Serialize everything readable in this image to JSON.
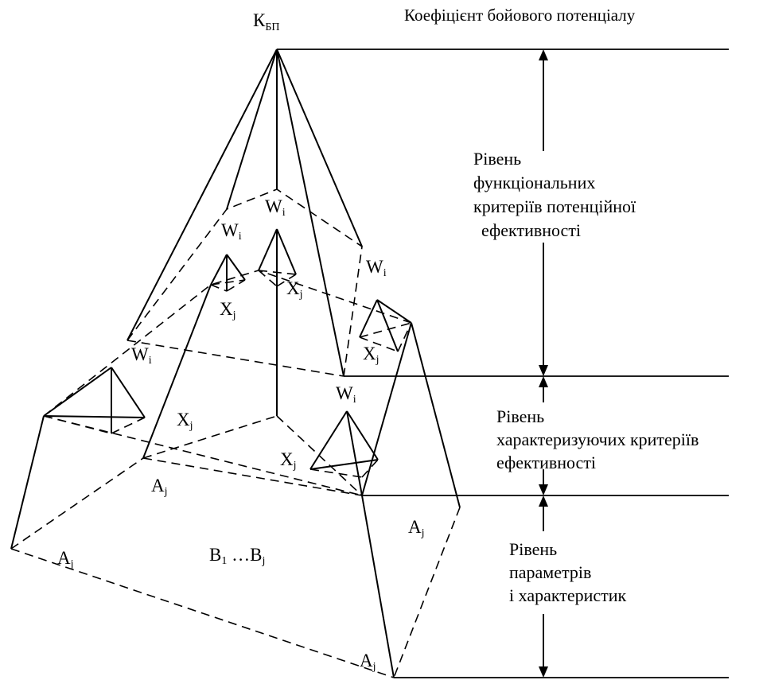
{
  "header": {
    "top_symbol": "К",
    "top_symbol_sub": "БП",
    "title": "Коефіцієнт бойового потенціалу"
  },
  "levels": [
    {
      "lines": [
        "Рівень",
        "функціональних",
        "критеріїв потенційної",
        "ефективності"
      ]
    },
    {
      "lines": [
        "Рівень",
        "характеризуючих критеріїв",
        "ефективності"
      ]
    },
    {
      "lines": [
        "Рівень",
        "параметрів",
        "і  характеристик"
      ]
    }
  ],
  "node_labels": {
    "w": {
      "base": "W",
      "sub": "i"
    },
    "x": {
      "base": "X",
      "sub": "j"
    },
    "a": {
      "base": "A",
      "sub": "j"
    },
    "b_range": {
      "first": "B",
      "first_sub": "1",
      "mid": " …B",
      "last_sub": "j"
    }
  }
}
